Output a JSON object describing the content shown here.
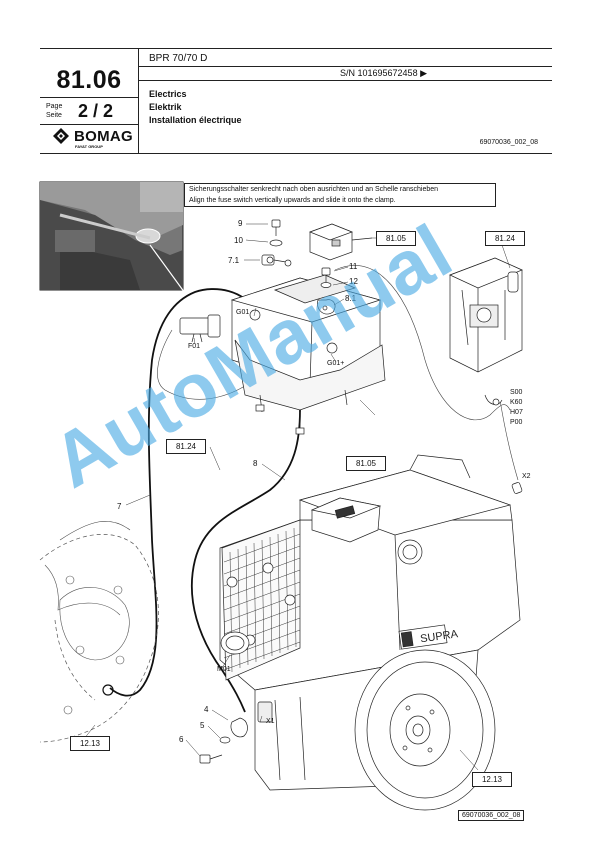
{
  "header": {
    "section_number": "81.06",
    "page_label_line1": "Page",
    "page_label_line2": "Seite",
    "page_fraction": "2 / 2",
    "brand": "BOMAG",
    "brand_sub": "FAYAT GROUP",
    "model": "BPR 70/70 D",
    "serial": "S/N 101695672458 ▶",
    "title_en": "Electrics",
    "title_de": "Elektrik",
    "title_fr": "Installation électrique",
    "doc_ref": "69070036_002_08"
  },
  "figure": {
    "note_de": "Sicherungsschalter senkrecht nach oben ausrichten und an Schelle ranschieben",
    "note_en": "Align the fuse switch vertically upwards and slide it onto the clamp.",
    "ref_8105_top": "81.05",
    "ref_8124_right": "81.24",
    "ref_8124_left": "81.24",
    "ref_8105_mid": "81.05",
    "ref_1213_left": "12.13",
    "ref_1213_right": "12.13",
    "labels": {
      "p9": "9",
      "p10": "10",
      "p71": "7.1",
      "p11": "11",
      "p12": "12",
      "p81": "8.1",
      "g01": "G01",
      "g01p": "G01+",
      "f01": "F01",
      "p8": "8",
      "p7": "7",
      "m01": "M01",
      "x1": "X1",
      "p4": "4",
      "p5": "5",
      "p6": "6",
      "s00": "S00",
      "k60": "K60",
      "h07": "H07",
      "p00": "P00",
      "x2": "X2"
    },
    "engine_brand": "SUPRA",
    "bottom_ref": "69070036_002_08"
  },
  "watermark": "AutoManual"
}
